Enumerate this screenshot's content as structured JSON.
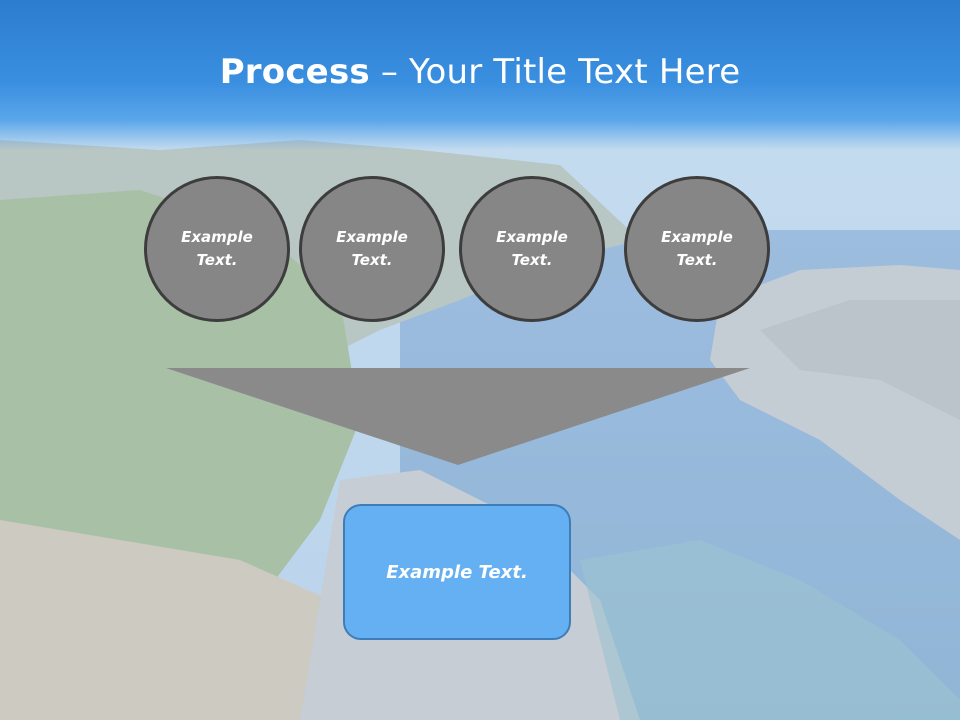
{
  "slide": {
    "title_bold": "Process",
    "title_rest": " – Your Title Text Here",
    "circles": [
      {
        "label": "Example Text."
      },
      {
        "label": "Example Text."
      },
      {
        "label": "Example Text."
      },
      {
        "label": "Example Text."
      }
    ],
    "result_label": "Example Text."
  },
  "colors": {
    "header_blue": "#3a8fe0",
    "circle_fill": "#868686",
    "funnel_fill": "#8a8a8a",
    "result_fill": "#64b0f2"
  }
}
